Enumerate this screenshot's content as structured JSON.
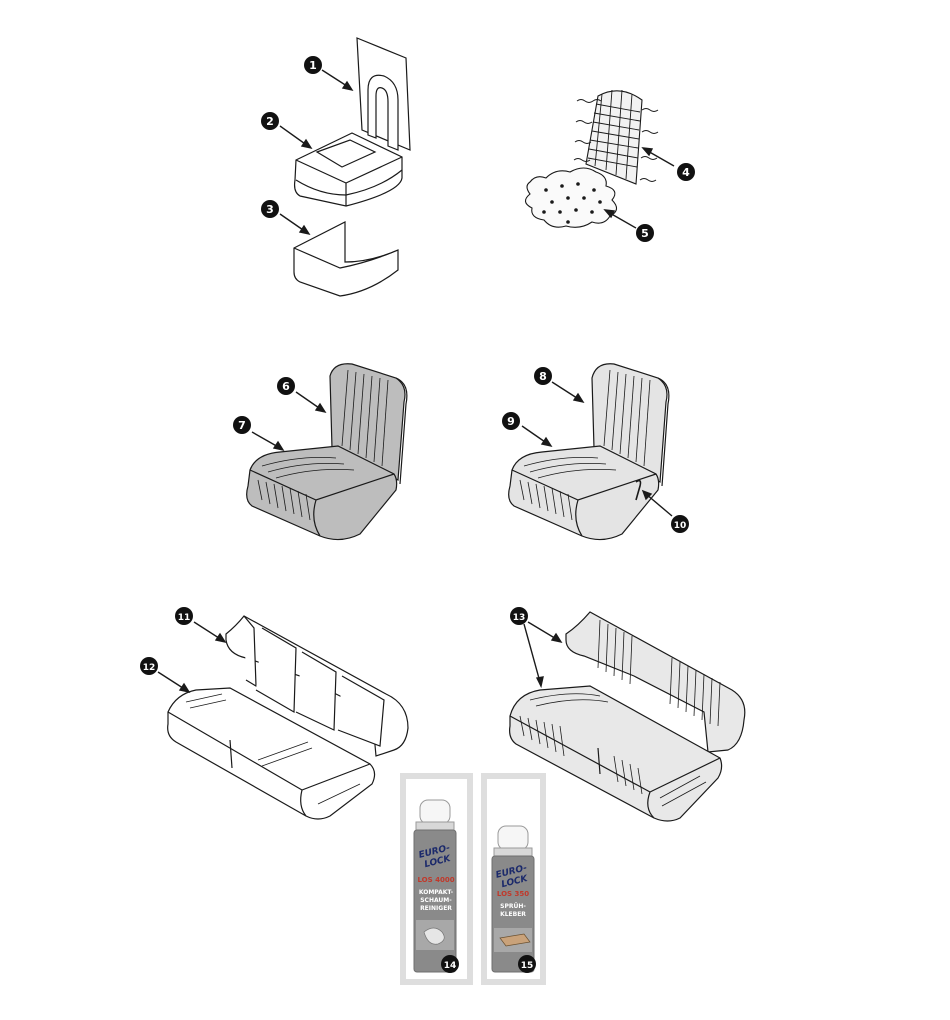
{
  "callouts": [
    "1",
    "2",
    "3",
    "4",
    "5",
    "6",
    "7",
    "8",
    "9",
    "10",
    "11",
    "12",
    "13",
    "14",
    "15"
  ],
  "products": [
    {
      "brand_line1": "EURO-",
      "brand_line2": "LOCK",
      "code": "LOS 4000",
      "name_line1": "KOMPAKT-",
      "name_line2": "SCHAUM-",
      "name_line3": "REINIGER"
    },
    {
      "brand_line1": "EURO-",
      "brand_line2": "LOCK",
      "code": "LOS 350",
      "name_line1": "SPRÜH-",
      "name_line2": "KLEBER"
    }
  ],
  "colors": {
    "line": "#1a1a1a",
    "seat_dark": "#bdbdbd",
    "seat_light": "#e4e4e4",
    "frame": "#dedede",
    "can_body": "#8a8a8a",
    "brand_blue": "#1c2a6b",
    "brand_red": "#c0392b"
  }
}
